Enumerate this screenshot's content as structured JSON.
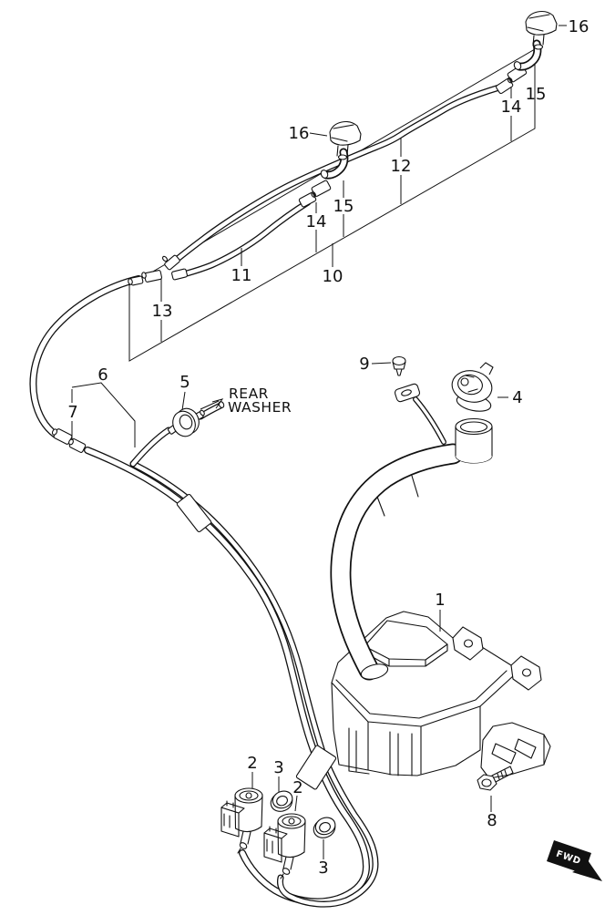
{
  "diagram": {
    "background": "#ffffff",
    "line_color": "#111111",
    "annotations": {
      "rear_washer_line1": "REAR",
      "rear_washer_line2": "WASHER",
      "fwd": "FWD"
    },
    "callouts": [
      {
        "part": "16",
        "location": "nozzle-top-right"
      },
      {
        "part": "15",
        "location": "elbow-top-right"
      },
      {
        "part": "14",
        "location": "joint-top-right"
      },
      {
        "part": "16",
        "location": "nozzle-middle"
      },
      {
        "part": "12",
        "location": "hose-upper-section"
      },
      {
        "part": "15",
        "location": "elbow-middle"
      },
      {
        "part": "14",
        "location": "joint-middle"
      },
      {
        "part": "11",
        "location": "hose-short"
      },
      {
        "part": "10",
        "location": "hose-long"
      },
      {
        "part": "13",
        "location": "hose-left"
      },
      {
        "part": "6",
        "location": "hose-assembly"
      },
      {
        "part": "7",
        "location": "joint-left"
      },
      {
        "part": "5",
        "location": "check-valve"
      },
      {
        "part": "9",
        "location": "clip"
      },
      {
        "part": "4",
        "location": "tank-cap"
      },
      {
        "part": "1",
        "location": "washer-tank"
      },
      {
        "part": "2",
        "location": "pump-first"
      },
      {
        "part": "3",
        "location": "grommet-first"
      },
      {
        "part": "2",
        "location": "pump-second"
      },
      {
        "part": "3",
        "location": "grommet-second"
      },
      {
        "part": "8",
        "location": "bolt"
      }
    ]
  }
}
